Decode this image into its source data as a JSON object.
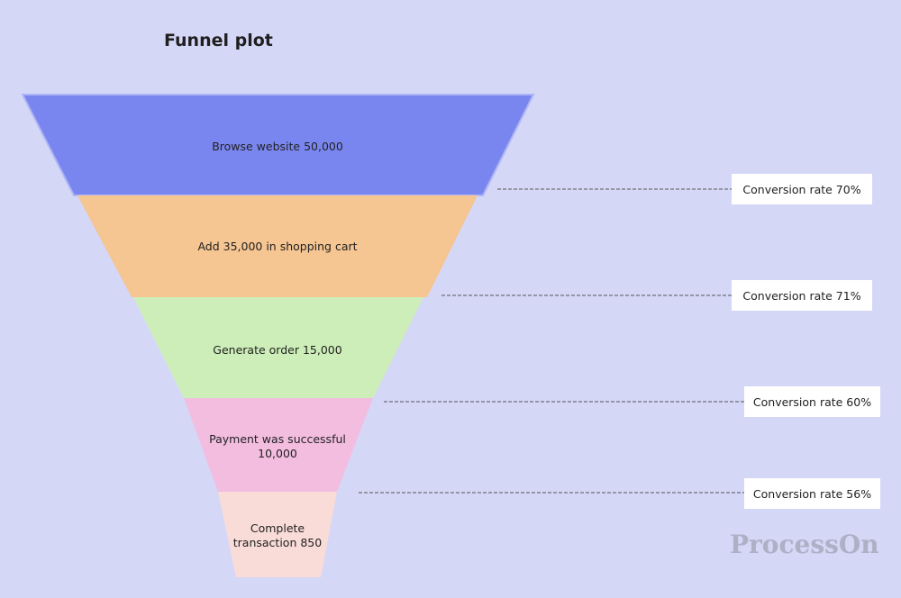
{
  "chart_data": {
    "type": "funnel",
    "title": "Funnel plot",
    "stages": [
      {
        "label": "Browse website 50,000",
        "value": 50000,
        "color": "#7a86ef"
      },
      {
        "label": "Add 35,000 in shopping cart",
        "value": 35000,
        "color": "#f5c592"
      },
      {
        "label": "Generate order 15,000",
        "value": 15000,
        "color": "#cdeeb8"
      },
      {
        "label": "Payment was successful 10,000",
        "value": 10000,
        "color": "#f3bde0"
      },
      {
        "label": "Complete transaction 850",
        "value": 850,
        "color": "#f9dcd8"
      }
    ],
    "conversion_rates": [
      {
        "label": "Conversion rate 70%",
        "value": 70
      },
      {
        "label": "Conversion rate 71%",
        "value": 71
      },
      {
        "label": "Conversion rate 60%",
        "value": 60
      },
      {
        "label": "Conversion rate 56%",
        "value": 56
      }
    ]
  },
  "watermark": "ProcessOn",
  "colors": {
    "background": "#d5d7f7",
    "connector": "#555555",
    "rate_box": "#ffffff"
  }
}
